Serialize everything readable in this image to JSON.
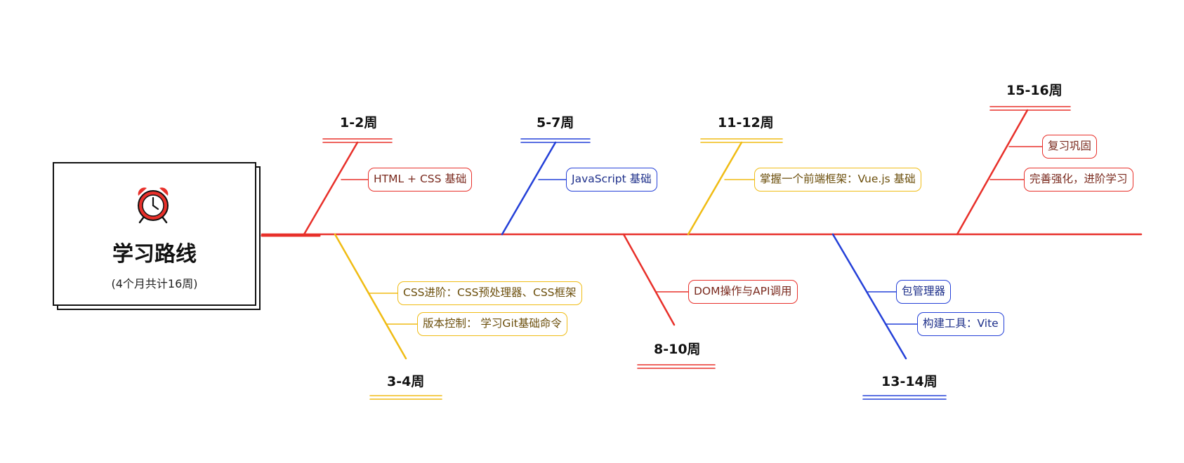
{
  "title": "学习路线",
  "subtitle": "(4个月共计16周)",
  "icon": "alarm-clock-icon",
  "colors": {
    "red": "#e8302a",
    "blue": "#2440d8",
    "yellow": "#f0bc14"
  },
  "phases": [
    {
      "label": "1-2周",
      "color": "red",
      "topics": [
        "HTML + CSS 基础"
      ]
    },
    {
      "label": "3-4周",
      "color": "yellow",
      "topics": [
        "CSS进阶：CSS预处理器、CSS框架",
        "版本控制： 学习Git基础命令"
      ]
    },
    {
      "label": "5-7周",
      "color": "blue",
      "topics": [
        "JavaScript 基础"
      ]
    },
    {
      "label": "8-10周",
      "color": "red",
      "topics": [
        "DOM操作与API调用"
      ]
    },
    {
      "label": "11-12周",
      "color": "yellow",
      "topics": [
        "掌握一个前端框架：Vue.js 基础"
      ]
    },
    {
      "label": "13-14周",
      "color": "blue",
      "topics": [
        "包管理器",
        "构建工具：Vite"
      ]
    },
    {
      "label": "15-16周",
      "color": "red",
      "topics": [
        "复习巩固",
        "完善强化，进阶学习"
      ]
    }
  ]
}
